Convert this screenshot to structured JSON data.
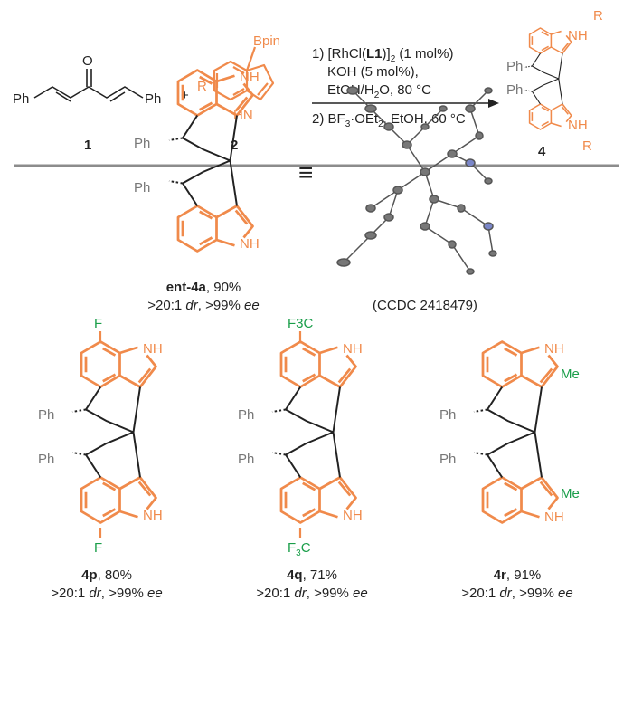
{
  "scheme": {
    "compound1": {
      "ph_left": "Ph",
      "oxygen": "O",
      "ph_right": "Ph",
      "number": "1"
    },
    "plus": "+",
    "compound2": {
      "r": "R",
      "bpin": "Bpin",
      "nh": "HN",
      "number": "2"
    },
    "conditions": {
      "step1_prefix": "1) [RhCl(",
      "step1_ligand": "L1",
      "step1_close": ")]",
      "step1_sub": "2",
      "step1_suffix": " (1 mol%)",
      "line2": "KOH (5 mol%),",
      "line3_a": "EtOH/H",
      "line3_sub": "2",
      "line3_b": "O, 80 °C",
      "step2_a": "2) BF",
      "step2_sub1": "3",
      "step2_b": "·OEt",
      "step2_sub2": "2",
      "step2_c": ", EtOH, 60 °C"
    },
    "product": {
      "r_top": "R",
      "r_bottom": "R",
      "nh_top": "NH",
      "nh_bottom": "NH",
      "ph_top": "Ph",
      "ph_bottom": "Ph",
      "number": "4"
    }
  },
  "equivalence": "≡",
  "crystal": {
    "ccdc": "(CCDC 2418479)"
  },
  "compounds": [
    {
      "name": "ent-4a",
      "yield": ", 90%",
      "ratio": ">20:1 ",
      "dr": "dr",
      "ee_value": ", >99% ",
      "ee": "ee",
      "ph": "Ph",
      "nh": "NH"
    },
    {
      "name": "4p",
      "yield": ", 80%",
      "ratio": ">20:1 ",
      "dr": "dr",
      "ee_value": ", >99% ",
      "ee": "ee",
      "ph": "Ph",
      "nh": "NH",
      "substituent": "F"
    },
    {
      "name": "4q",
      "yield": ", 71%",
      "ratio": ">20:1 ",
      "dr": "dr",
      "ee_value": ", >99% ",
      "ee": "ee",
      "ph": "Ph",
      "nh": "NH",
      "substituent": "F3C",
      "sub_main": "F",
      "sub_num": "3",
      "sub_end": "C"
    },
    {
      "name": "4r",
      "yield": ", 91%",
      "ratio": ">20:1 ",
      "dr": "dr",
      "ee_value": ", >99% ",
      "ee": "ee",
      "ph": "Ph",
      "nh": "NH",
      "substituent": "Me"
    }
  ],
  "colors": {
    "scaffold": "#f08a4b",
    "substituent": "#1a9e4a",
    "divider": "#8c8c8c"
  }
}
